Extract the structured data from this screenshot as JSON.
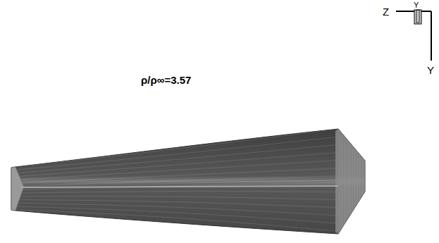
{
  "diagram": {
    "labels": [
      "Z",
      "Y",
      "Y",
      "ρ/ρ∞=3.57"
    ]
  }
}
